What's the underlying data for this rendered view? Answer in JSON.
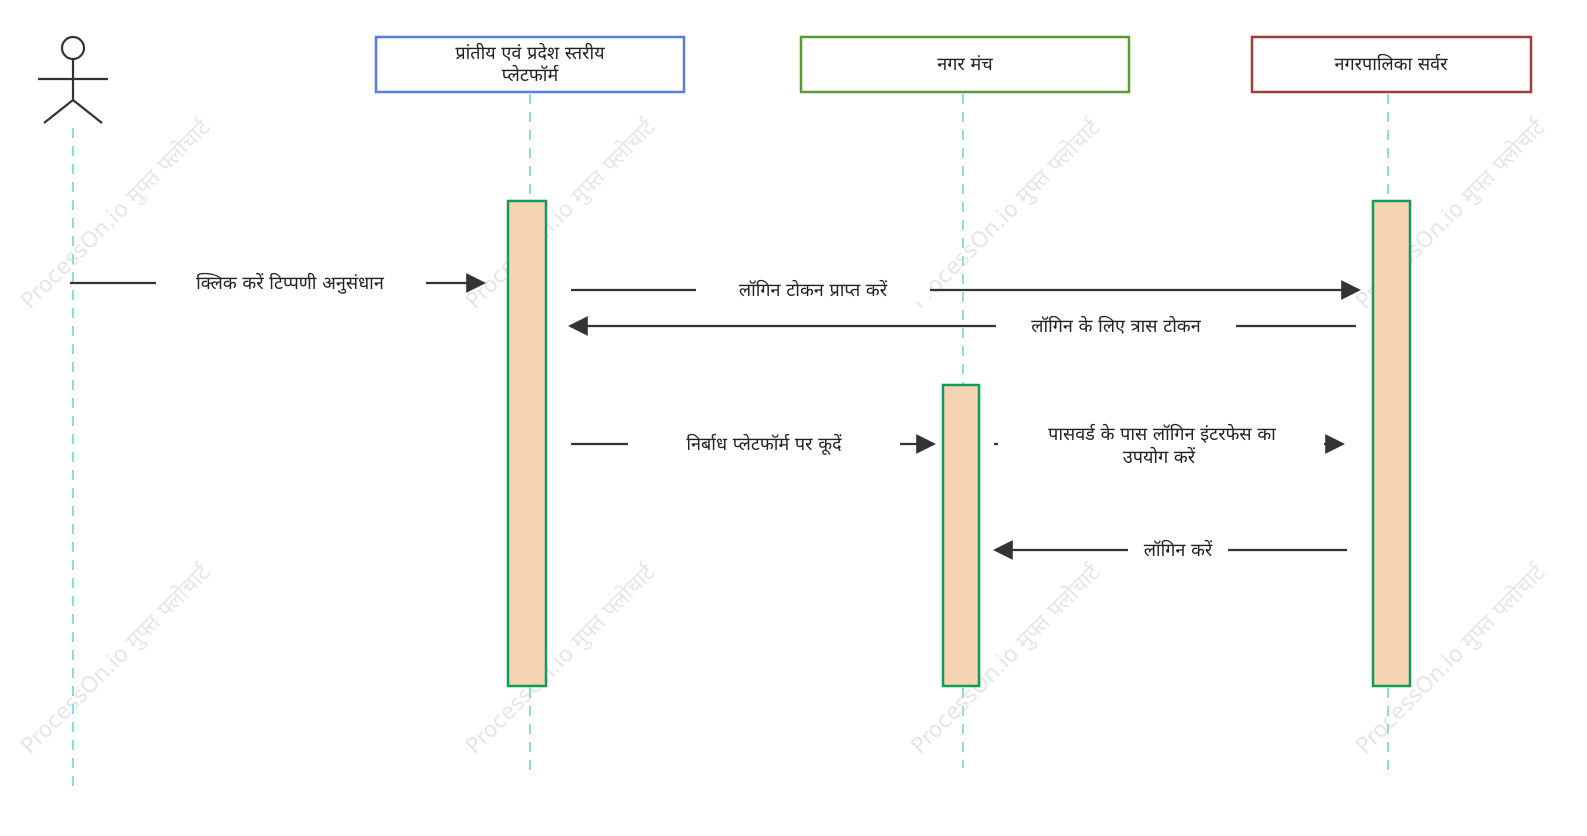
{
  "watermark": "ProcessOn.io मुफ्त फ्लोचार्ट",
  "participants": [
    {
      "id": "actor",
      "kind": "actor",
      "label": ""
    },
    {
      "id": "platform",
      "kind": "box",
      "label_lines": [
        "प्रांतीय एवं प्रदेश स्तरीय",
        "प्लेटफॉर्म"
      ],
      "border_color": "#5a7be0"
    },
    {
      "id": "city",
      "kind": "box",
      "label_lines": [
        "नगर मंच"
      ],
      "border_color": "#5b9a36"
    },
    {
      "id": "server",
      "kind": "box",
      "label_lines": [
        "नगरपालिका सर्वर"
      ],
      "border_color": "#a23b3b"
    }
  ],
  "messages": [
    {
      "from": "actor",
      "to": "platform",
      "lines": [
        "क्लिक करें टिप्पणी अनुसंधान"
      ]
    },
    {
      "from": "platform",
      "to": "server",
      "lines": [
        "लॉगिन टोकन प्राप्त करें"
      ]
    },
    {
      "from": "server",
      "to": "platform",
      "lines": [
        "लॉगिन के लिए त्रास टोकन"
      ]
    },
    {
      "from": "platform",
      "to": "city",
      "lines": [
        "निर्बाध प्लेटफॉर्म पर कूदें"
      ]
    },
    {
      "from": "city",
      "to": "server",
      "lines": [
        "पासवर्ड के पास लॉगिन इंटरफेस का",
        "उपयोग करें"
      ]
    },
    {
      "from": "server",
      "to": "city",
      "lines": [
        "लॉगिन करें"
      ]
    }
  ],
  "colors": {
    "lifeline": "#8fdcdc",
    "activation_fill": "#f5d3b3",
    "activation_border": "#0f9d58",
    "arrow": "#333333"
  }
}
